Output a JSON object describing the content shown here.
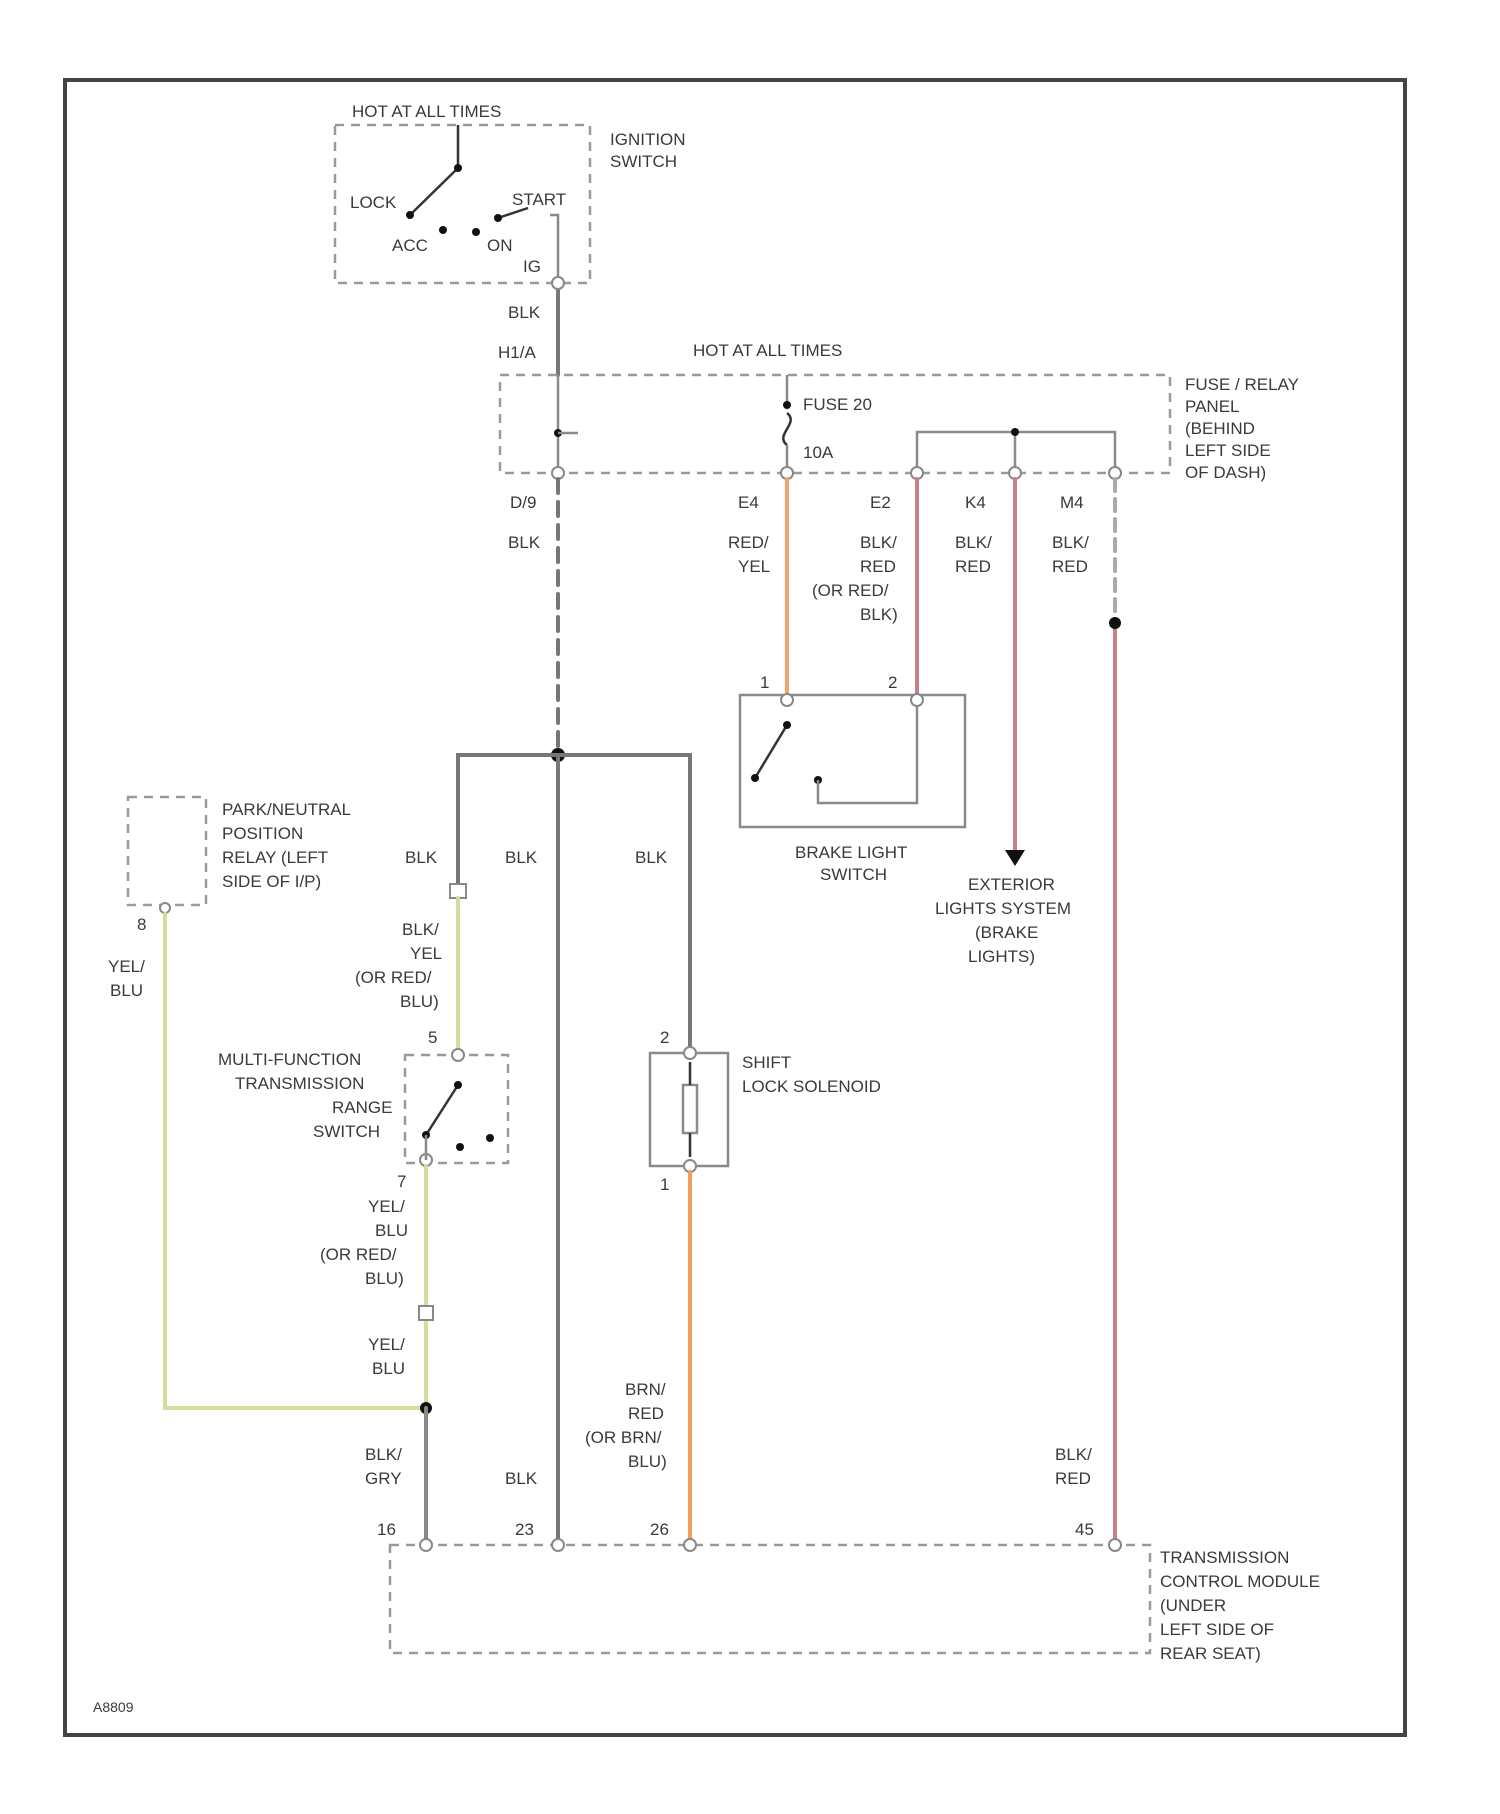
{
  "colors": {
    "black_wire": "#777777",
    "red_yel_wire": "#f2a46e",
    "blk_red_wire": "#c97f86",
    "yel_blu_wire": "#d5dc9c",
    "brn_red_wire": "#eda159"
  },
  "ignition_switch": {
    "hot_label": "HOT AT ALL TIMES",
    "name": [
      "IGNITION",
      "SWITCH"
    ],
    "pos_lock": "LOCK",
    "pos_acc": "ACC",
    "pos_on": "ON",
    "pos_start": "START",
    "pin": "IG"
  },
  "wire_blk_top": "BLK",
  "connector_top": "H1/A",
  "fuse_panel": {
    "hot_label": "HOT AT ALL TIMES",
    "fuse": "FUSE 20",
    "fuse_amp": "10A",
    "name": [
      "FUSE / RELAY",
      "PANEL",
      "(BEHIND",
      "LEFT SIDE",
      "OF DASH)"
    ],
    "pins": [
      "D/9",
      "E4",
      "E2",
      "K4",
      "M4"
    ]
  },
  "wires_below_panel": {
    "blk": "BLK",
    "red_yel": [
      "RED/",
      "YEL"
    ],
    "blk_red_alt": [
      "BLK/",
      "RED",
      "(OR RED/",
      "BLK)"
    ],
    "blk_red_1": [
      "BLK/",
      "RED"
    ],
    "blk_red_2": [
      "BLK/",
      "RED"
    ]
  },
  "brake_light_switch": {
    "name": [
      "BRAKE LIGHT",
      "SWITCH"
    ],
    "pin_1": "1",
    "pin_2": "2"
  },
  "exterior_lights": [
    "EXTERIOR",
    "LIGHTS SYSTEM",
    "(BRAKE",
    "LIGHTS)"
  ],
  "park_neutral_relay": {
    "name": [
      "PARK/NEUTRAL",
      "POSITION",
      "RELAY (LEFT",
      "SIDE OF I/P)"
    ],
    "pin": "8"
  },
  "mid_wires": {
    "blk_left": "BLK",
    "blk_center": "BLK",
    "blk_right": "BLK",
    "blk_yel": [
      "BLK/",
      "YEL",
      "(OR RED/",
      "BLU)"
    ],
    "yel_blu_left": [
      "YEL/",
      "BLU"
    ]
  },
  "mf_switch": {
    "name": [
      "MULTI-FUNCTION",
      "TRANSMISSION",
      "RANGE",
      "SWITCH"
    ],
    "pin_top": "5",
    "pin_bottom": "7"
  },
  "shift_lock": {
    "name": [
      "SHIFT",
      "LOCK SOLENOID"
    ],
    "pin_top": "2",
    "pin_bottom": "1"
  },
  "lower_wires": {
    "yel_blu_alt": [
      "YEL/",
      "BLU",
      "(OR RED/",
      "BLU)"
    ],
    "yel_blu": [
      "YEL/",
      "BLU"
    ],
    "blk_gry": [
      "BLK/",
      "GRY"
    ],
    "blk": "BLK",
    "brn_red": [
      "BRN/",
      "RED",
      "(OR BRN/",
      "BLU)"
    ],
    "blk_red": [
      "BLK/",
      "RED"
    ]
  },
  "tcm": {
    "name": [
      "TRANSMISSION",
      "CONTROL MODULE",
      "(UNDER",
      "LEFT SIDE OF",
      "REAR SEAT)"
    ],
    "pins": [
      "16",
      "23",
      "26",
      "45"
    ]
  },
  "figure_id": "A8809"
}
